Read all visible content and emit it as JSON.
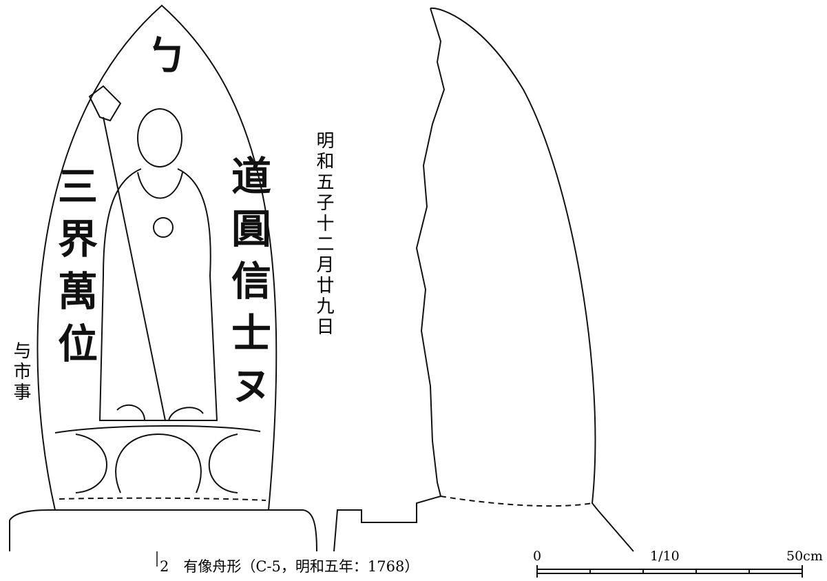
{
  "stone_inscriptions": {
    "top_char": "ㄅ",
    "left_column": "三界萬位",
    "right_column": "道圓信士ヌ",
    "right_column_2": "明和五子十二月廿九日",
    "side_note": "与市事"
  },
  "caption": "2　有像舟形（C-5，明和五年：1768）",
  "scale_bar": {
    "label_start": "0",
    "label_ratio": "1/10",
    "label_end": "50cm"
  }
}
